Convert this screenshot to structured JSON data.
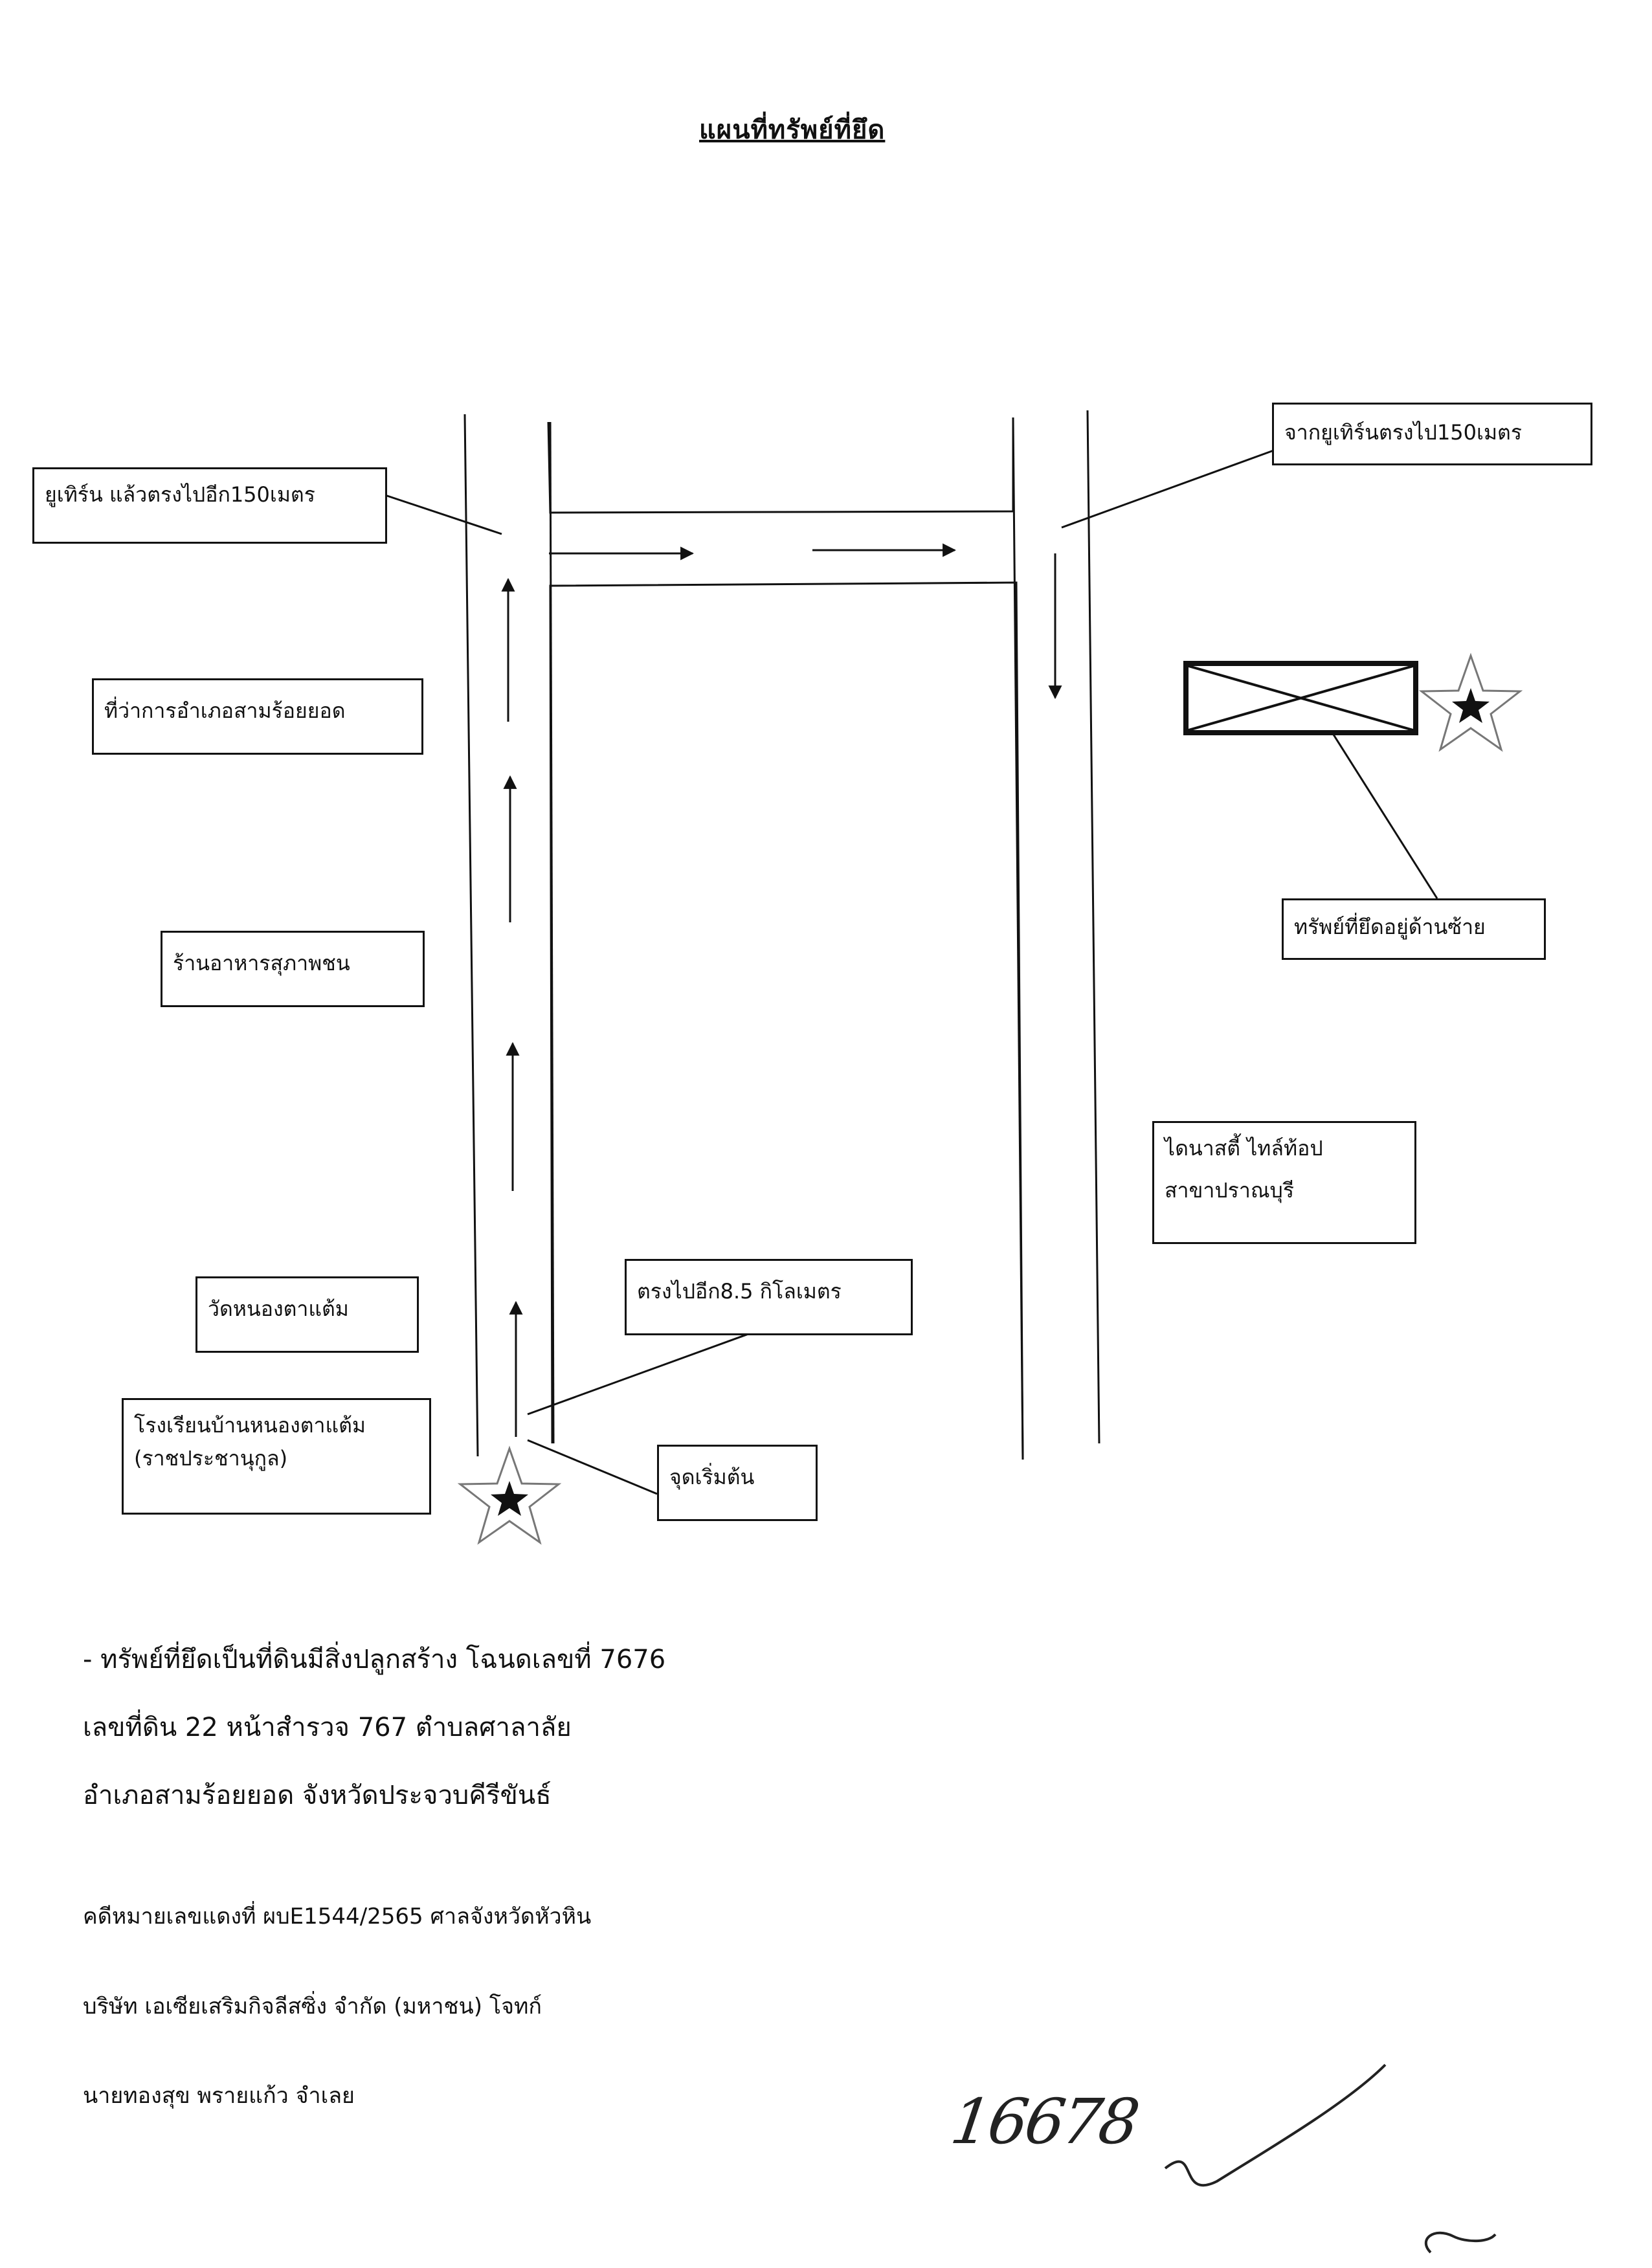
{
  "title": "แผนที่ทรัพย์ที่ยึด",
  "map": {
    "labels": {
      "uturn_left": "ยูเทิร์น แล้วตรงไปอีก150เมตร",
      "uturn_right": "จากยูเทิร์นตรงไป150เมตร",
      "district_office": "ที่ว่าการอำเภอสามร้อยยอด",
      "restaurant": "ร้านอาหารสุภาพชน",
      "temple": "วัดหนองตาแต้ม",
      "school_line1": "โรงเรียนบ้านหนองตาแต้ม",
      "school_line2": "(ราชประชานุกูล)",
      "straight": "ตรงไปอีก8.5 กิโลเมตร",
      "start_point": "จุดเริ่มต้น",
      "property_left": "ทรัพย์ที่ยึดอยู่ด้านซ้าย",
      "dynasty_line1": "ไดนาสตี้ ไทล์ท้อป",
      "dynasty_line2": "สาขาปราณบุรี"
    },
    "icons": [
      "star-marker-icon",
      "property-box-icon",
      "arrow-icon"
    ]
  },
  "details": {
    "line1": "- ทรัพย์ที่ยึดเป็นที่ดินมีสิ่งปลูกสร้าง  โฉนดเลขที่ 7676",
    "line2": "เลขที่ดิน  22 หน้าสำรวจ 767  ตำบลศาลาลัย",
    "line3": "อำเภอสามร้อยยอด  จังหวัดประจวบคีรีขันธ์",
    "case": "คดีหมายเลขแดงที่ ผบE1544/2565 ศาลจังหวัดหัวหิน",
    "plaintiff": "บริษัท เอเซียเสริมกิจลีสซิ่ง จำกัด (มหาชน)   โจทก์",
    "defendant": "นายทองสุข  พรายแก้ว  จำเลย"
  },
  "handwritten_number": "16678"
}
